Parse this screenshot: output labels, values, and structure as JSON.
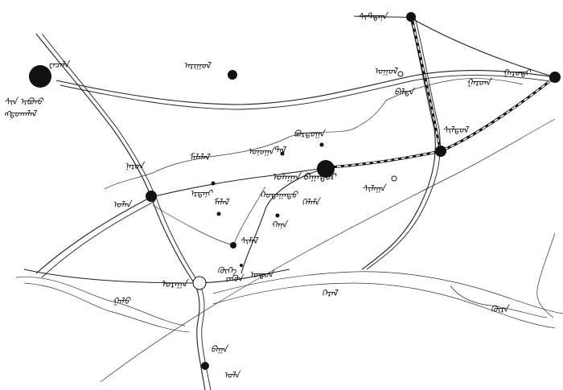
{
  "places": {
    "p1": "ᠸᠠᠴᠠᠯᠠ",
    "p1b": "ᠰᠢᠨ ᠢᠪᠤᠠᠤ",
    "p2": "ᠩᠲᠤᠠᠭᠯᠡᠯ",
    "p3": "ᠠᠷᠢᠭᠤᠯ",
    "p4": "ᠰᠢᠲᠲᠡᠨᠠ",
    "p5": "ᠭᠠᠷᠤᠳᠢ",
    "p6": "ᠤᠭᠤᠯ",
    "p7": "ᠪᠠᠯᠲᠠ",
    "p8": "ᠭᠠᠷᠤᠡᠡ",
    "p9": "ᠰᠢᠯᠳᠤᠯ",
    "p10": "ᠪᠤᠷᠲᠤᠭᠠ",
    "p11": "ᠮᠠᠯᠠᠯᠠᠯ",
    "p12": "ᠤᠨᠤᠭᠠ",
    "p13": "ᠰᠢᠯᠠᠭᠠ",
    "p14": "ᠤᠯᠠᠭᠠᠨ ᠪᠠᠭᠠᠲᠤᠷ",
    "p14b": "ᠬᠤᠳᠠᠭᠠᠳᠤ",
    "p15": "ᠡᠷᠳᠡᠨᠢ",
    "p16": "ᠤᠯᠠᠨ",
    "p17": "ᠮᠠᠯᠠᠯ",
    "p18": "ᠭᠡᠯᠡᠮᠡ",
    "p19": "ᠬᠠᠨᠠ",
    "p20": "ᠰᠢᠮᠡᠯ",
    "p21": "ᠤᠳᠤᠨ",
    "p22": "ᠤᠷᠠᠭᠠ",
    "p23": "ᠭᠠᠯᠤ",
    "p24": "ᠭᠡᠷᠡᠯ",
    "p25": "ᠬᠦᠷᠡ",
    "p26": "ᠪᠠᠭᠠ",
    "p27": "ᠤᠯᠠ",
    "p28": "ᠨᠠᠷᠤᠨ",
    "p29": "ᠲᠠᠯ",
    "p30": "ᠵᠡᠭᠦᠨ",
    "p31": "ᠬᠦᠬᠡ"
  }
}
